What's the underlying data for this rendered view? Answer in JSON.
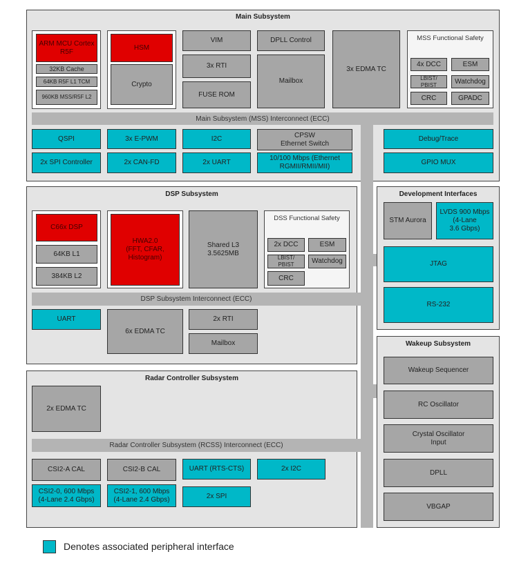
{
  "main": {
    "title": "Main Subsystem",
    "arm": "ARM MCU Cortex R5F",
    "cache": "32KB Cache",
    "tcm": "64KB R5F L1 TCM",
    "l2": "960KB MSS/R5F L2",
    "hsm": "HSM",
    "crypto": "Crypto",
    "vim": "VIM",
    "rti": "3x RTI",
    "fuse": "FUSE ROM",
    "dpll": "DPLL Control",
    "mailbox": "Mailbox",
    "edma": "3x EDMA TC",
    "fs": {
      "title": "MSS Functional Safety",
      "dcc": "4x DCC",
      "esm": "ESM",
      "lbist": "LBIST/\nPBIST",
      "watchdog": "Watchdog",
      "crc": "CRC",
      "gpadc": "GPADC"
    },
    "interconnect": "Main Subsystem (MSS) Interconnect (ECC)",
    "qspi": "QSPI",
    "epwm": "3x E-PWM",
    "i2c": "I2C",
    "cpsw": "CPSW\nEthernet Switch",
    "spi": "2x SPI Controller",
    "canfd": "2x CAN-FD",
    "uart": "2x UART",
    "eth": "10/100 Mbps (Ethernet\nRGMII/RMII/MII)",
    "debug": "Debug/Trace",
    "gpio": "GPIO MUX"
  },
  "dsp": {
    "title": "DSP Subsystem",
    "c66": "C66x DSP",
    "l1": "64KB L1",
    "l2": "384KB L2",
    "hwa": "HWA2.0\n(FFT, CFAR,\nHistogram)",
    "l3": "Shared L3\n3.5625MB",
    "fs": {
      "title": "DSS Functional Safety",
      "dcc": "2x DCC",
      "esm": "ESM",
      "lbist": "LBIST/\nPBIST",
      "watchdog": "Watchdog",
      "crc": "CRC"
    },
    "interconnect": "DSP Subsystem Interconnect (ECC)",
    "uart": "UART",
    "edma": "6x EDMA TC",
    "rti": "2x RTI",
    "mailbox": "Mailbox"
  },
  "radar": {
    "title": "Radar Controller Subsystem",
    "edma": "2x EDMA TC",
    "interconnect": "Radar Controller Subsystem (RCSS) Interconnect (ECC)",
    "csia": "CSI2-A CAL",
    "csib": "CSI2-B CAL",
    "uart": "UART (RTS-CTS)",
    "i2c": "2x I2C",
    "csi0": "CSI2-0, 600 Mbps\n(4-Lane 2.4 Gbps)",
    "csi1": "CSI2-1, 600 Mbps\n(4-Lane 2.4 Gbps)",
    "spi": "2x SPI"
  },
  "dev": {
    "title": "Development Interfaces",
    "stm": "STM Aurora",
    "lvds": "LVDS 900 Mbps\n(4-Lane\n3.6 Gbps)",
    "jtag": "JTAG",
    "rs232": "RS-232"
  },
  "wakeup": {
    "title": "Wakeup Subsystem",
    "seq": "Wakeup Sequencer",
    "rc": "RC Oscillator",
    "xtal": "Crystal Oscillator\nInput",
    "dpll": "DPLL",
    "vbgap": "VBGAP"
  },
  "legend": {
    "text": "Denotes associated peripheral interface"
  },
  "colors": {
    "processor": "#e00000",
    "peripheral": "#00b8c8",
    "block": "#a6a6a6"
  }
}
